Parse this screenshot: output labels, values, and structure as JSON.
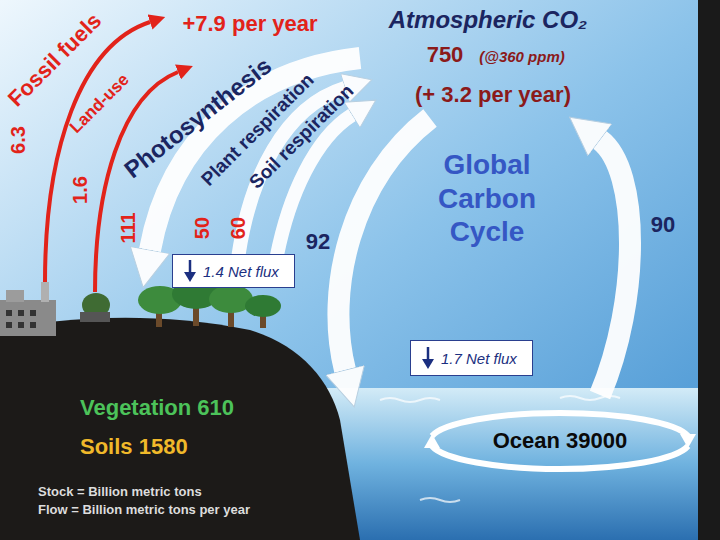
{
  "diagram": {
    "title": "Global Carbon Cycle",
    "nodes": [
      {
        "text": [
          "1.4 Net flux"
        ]
      },
      {
        "text": [
          "1.7 Net flux"
        ]
      }
    ],
    "labels": [
      "Fossil fuels",
      "+7.9 per year",
      "Atmospheric CO₂",
      "Land-use",
      "Photosynthesis",
      "Plant respiration",
      "Soil respiration",
      "750",
      "(@360 ppm)",
      "(+ 3.2 per year)",
      "6.3",
      "1.6",
      "111",
      "50",
      "60",
      "92",
      "90",
      "Vegetation 610",
      "Soils 1580",
      "Ocean 39000",
      "Stock = Billion metric tons",
      "Flow = Billion metric tons per year"
    ]
  }
}
